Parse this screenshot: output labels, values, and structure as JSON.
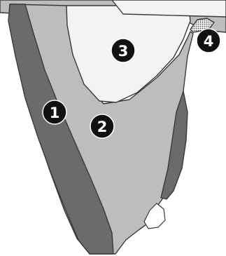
{
  "colors": {
    "background": "#ffffff",
    "region_1": "#6b6b6b",
    "region_2": "#bdbdbd",
    "region_3": "#f3f3f3",
    "region_4_dots": "#555555",
    "outline": "#3a3a3a",
    "marker_fill": "#111111",
    "marker_text": "#ffffff"
  },
  "markers": [
    {
      "label": "1",
      "region": "region_1"
    },
    {
      "label": "2",
      "region": "region_2"
    },
    {
      "label": "3",
      "region": "region_3"
    },
    {
      "label": "4",
      "region": "region_4_dots"
    }
  ]
}
